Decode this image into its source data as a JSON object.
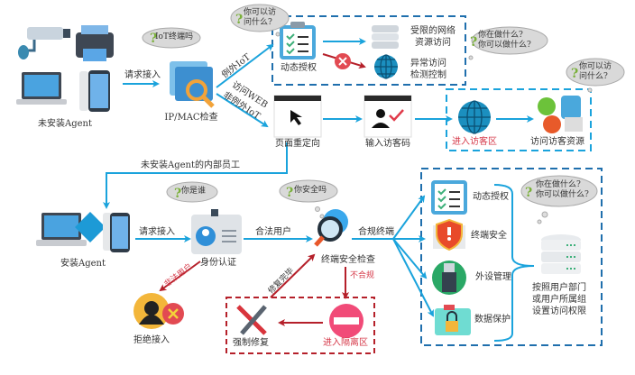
{
  "colors": {
    "flow_blue": "#1aa3dc",
    "dashed_blue": "#1f6fad",
    "deny_red": "#b5202a",
    "alert_red": "#e03a4a",
    "cloud_gray": "#d9d9d9"
  },
  "nodes": {
    "no_agent": {
      "label": "未安装Agent",
      "icon": "devices-icon"
    },
    "ipmac": {
      "label": "IP/MAC检查",
      "icon": "magnifier-dashboard-icon"
    },
    "dynamic_auth_top": {
      "label": "动态授权",
      "icon": "clipboard-checklist-icon"
    },
    "restricted_access": {
      "label": "受限的网络\n资源访问",
      "icon": "server-icon"
    },
    "abnormal_control": {
      "label": "异常访问\n检测控制",
      "icon": "globe-icon"
    },
    "page_redirect": {
      "label": "页面重定向",
      "icon": "browser-cursor-icon"
    },
    "enter_guest_code": {
      "label": "输入访客码",
      "icon": "user-check-icon"
    },
    "enter_guest_zone": {
      "label": "进入访客区",
      "icon": "globe-icon"
    },
    "guest_resources": {
      "label": "访问访客资源",
      "icon": "apps-icon"
    },
    "agent_installed": {
      "label": "安装Agent",
      "icon": "devices-agent-icon"
    },
    "identity_auth": {
      "label": "身份认证",
      "icon": "id-card-icon"
    },
    "endpoint_check": {
      "label": "终端安全检查",
      "icon": "magnifier-icon"
    },
    "deny_access": {
      "label": "拒绝接入",
      "icon": "hacker-deny-icon"
    },
    "force_repair": {
      "label": "强制修复",
      "icon": "tools-icon"
    },
    "quarantine": {
      "label": "进入隔离区",
      "icon": "no-entry-icon"
    },
    "policy_text": {
      "label": "按照用户部门\n或用户所属组\n设置访问权限",
      "icon": "server-icon"
    }
  },
  "policy_items": [
    {
      "label": "动态授权",
      "icon": "clipboard-checklist-icon"
    },
    {
      "label": "终端安全",
      "icon": "shield-alert-icon"
    },
    {
      "label": "外设管理",
      "icon": "usb-icon"
    },
    {
      "label": "数据保护",
      "icon": "folder-lock-icon"
    }
  ],
  "edges": {
    "request_access_1": "请求接入",
    "exception_iot": "例外IoT",
    "visit_web": "访问WEB",
    "non_exception_iot": "非例外IoT",
    "internal_staff": "未安装Agent的内部员工",
    "request_access_2": "请求接入",
    "legit_user": "合法用户",
    "compliant": "合规终端",
    "illegal_user": "非法用户",
    "noncompliant": "不合规",
    "repair_done": "修复完毕"
  },
  "clouds": {
    "iot": "IoT终端吗",
    "what_access_1": "你可以访\n问什么?",
    "doing_what_1": "你在做什么?\n你可以做什么?",
    "what_access_2": "你可以访\n问什么?",
    "who": "你是谁",
    "safe": "你安全吗",
    "doing_what_2": "你在做什么?\n你可以做什么?"
  }
}
